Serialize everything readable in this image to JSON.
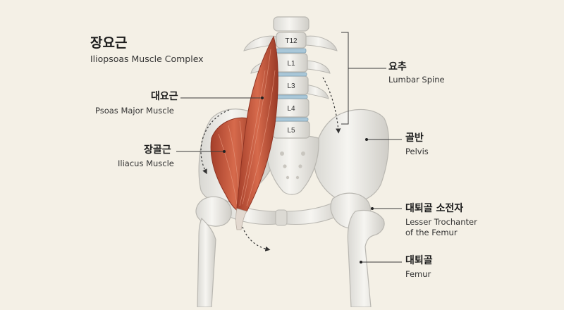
{
  "title": {
    "ko": "장요근",
    "en": "Iliopsoas Muscle Complex"
  },
  "labels": {
    "psoas_major": {
      "ko": "대요근",
      "en": "Psoas Major Muscle"
    },
    "iliacus": {
      "ko": "장골근",
      "en": "Iliacus Muscle"
    },
    "lumbar_spine": {
      "ko": "요추",
      "en": "Lumbar Spine"
    },
    "pelvis": {
      "ko": "골반",
      "en": "Pelvis"
    },
    "lesser_trochanter": {
      "ko": "대퇴골 소전자",
      "en_line1": "Lesser Trochanter",
      "en_line2": "of the Femur"
    },
    "femur": {
      "ko": "대퇴골",
      "en": "Femur"
    }
  },
  "vertebrae": [
    "T12",
    "L1",
    "L3",
    "L4",
    "L5"
  ],
  "colors": {
    "background": "#f4f0e6",
    "bone": "#e9e8e4",
    "bone_outline": "#b9b7b1",
    "muscle": "#c8563c",
    "muscle_dark": "#8f3322",
    "leader_line": "#3a3a3a"
  }
}
